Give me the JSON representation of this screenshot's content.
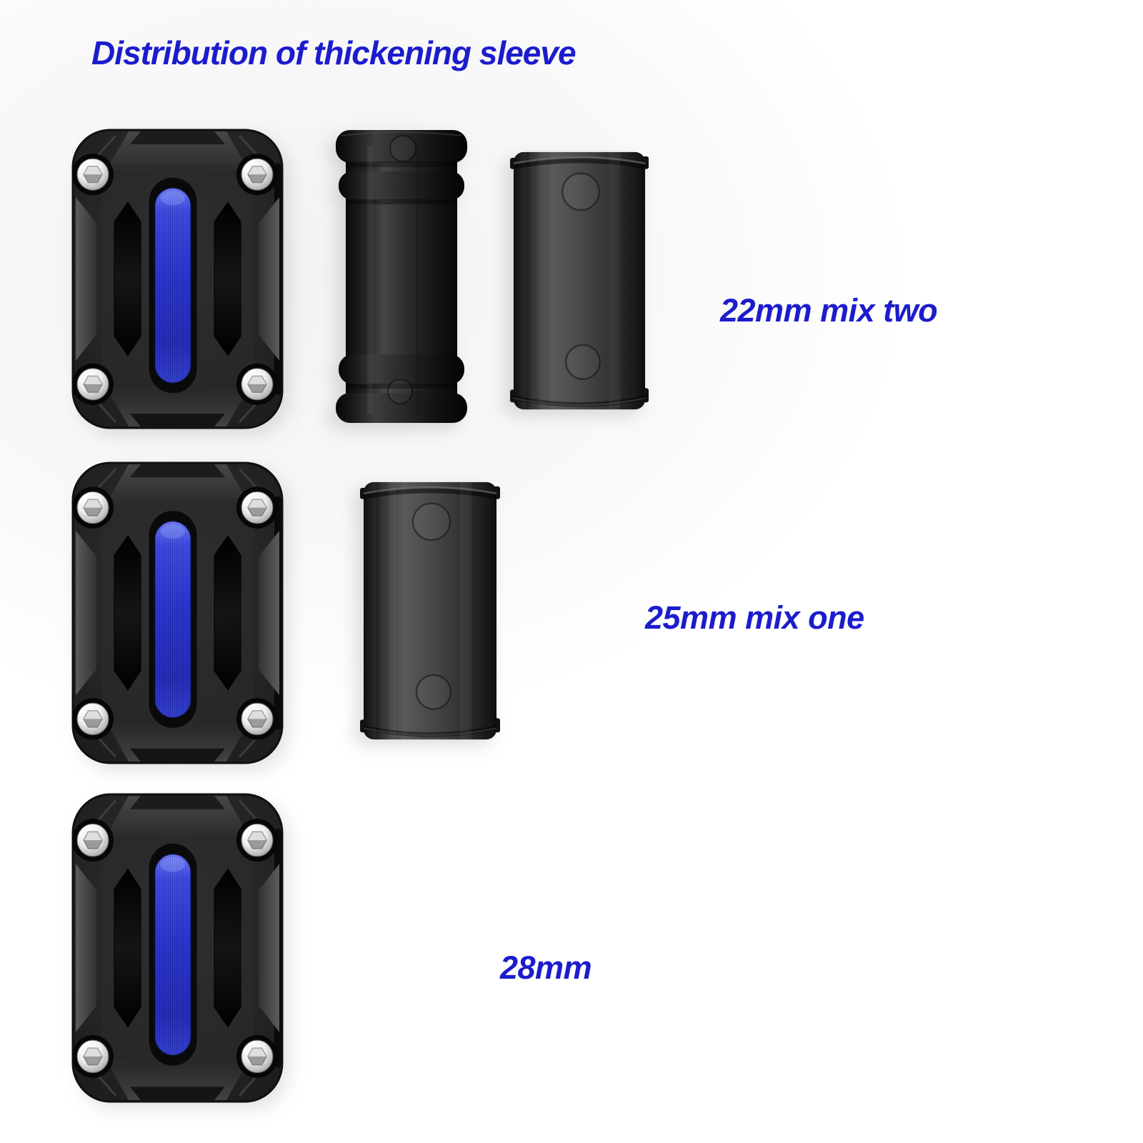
{
  "title": {
    "text": "Distribution of thickening sleeve",
    "color": "#1c1ccd"
  },
  "annotations": [
    {
      "label": "22mm mix two"
    },
    {
      "label": "25mm mix one"
    },
    {
      "label": "28mm"
    }
  ],
  "figures": {
    "guard_block": {
      "name": "engine-guard-protector-block",
      "count": 3,
      "body_color": "#262626",
      "insert_color": "#2630cc",
      "screw_color": "#ececec"
    },
    "ribbed_sleeve": {
      "name": "thickening-sleeve-ribbed",
      "count": 1,
      "color": "#1d1d1d"
    },
    "plain_sleeve": {
      "name": "thickening-sleeve-plain",
      "count": 2,
      "color": "#3c3c3c"
    }
  },
  "background_color": "#fafafa"
}
